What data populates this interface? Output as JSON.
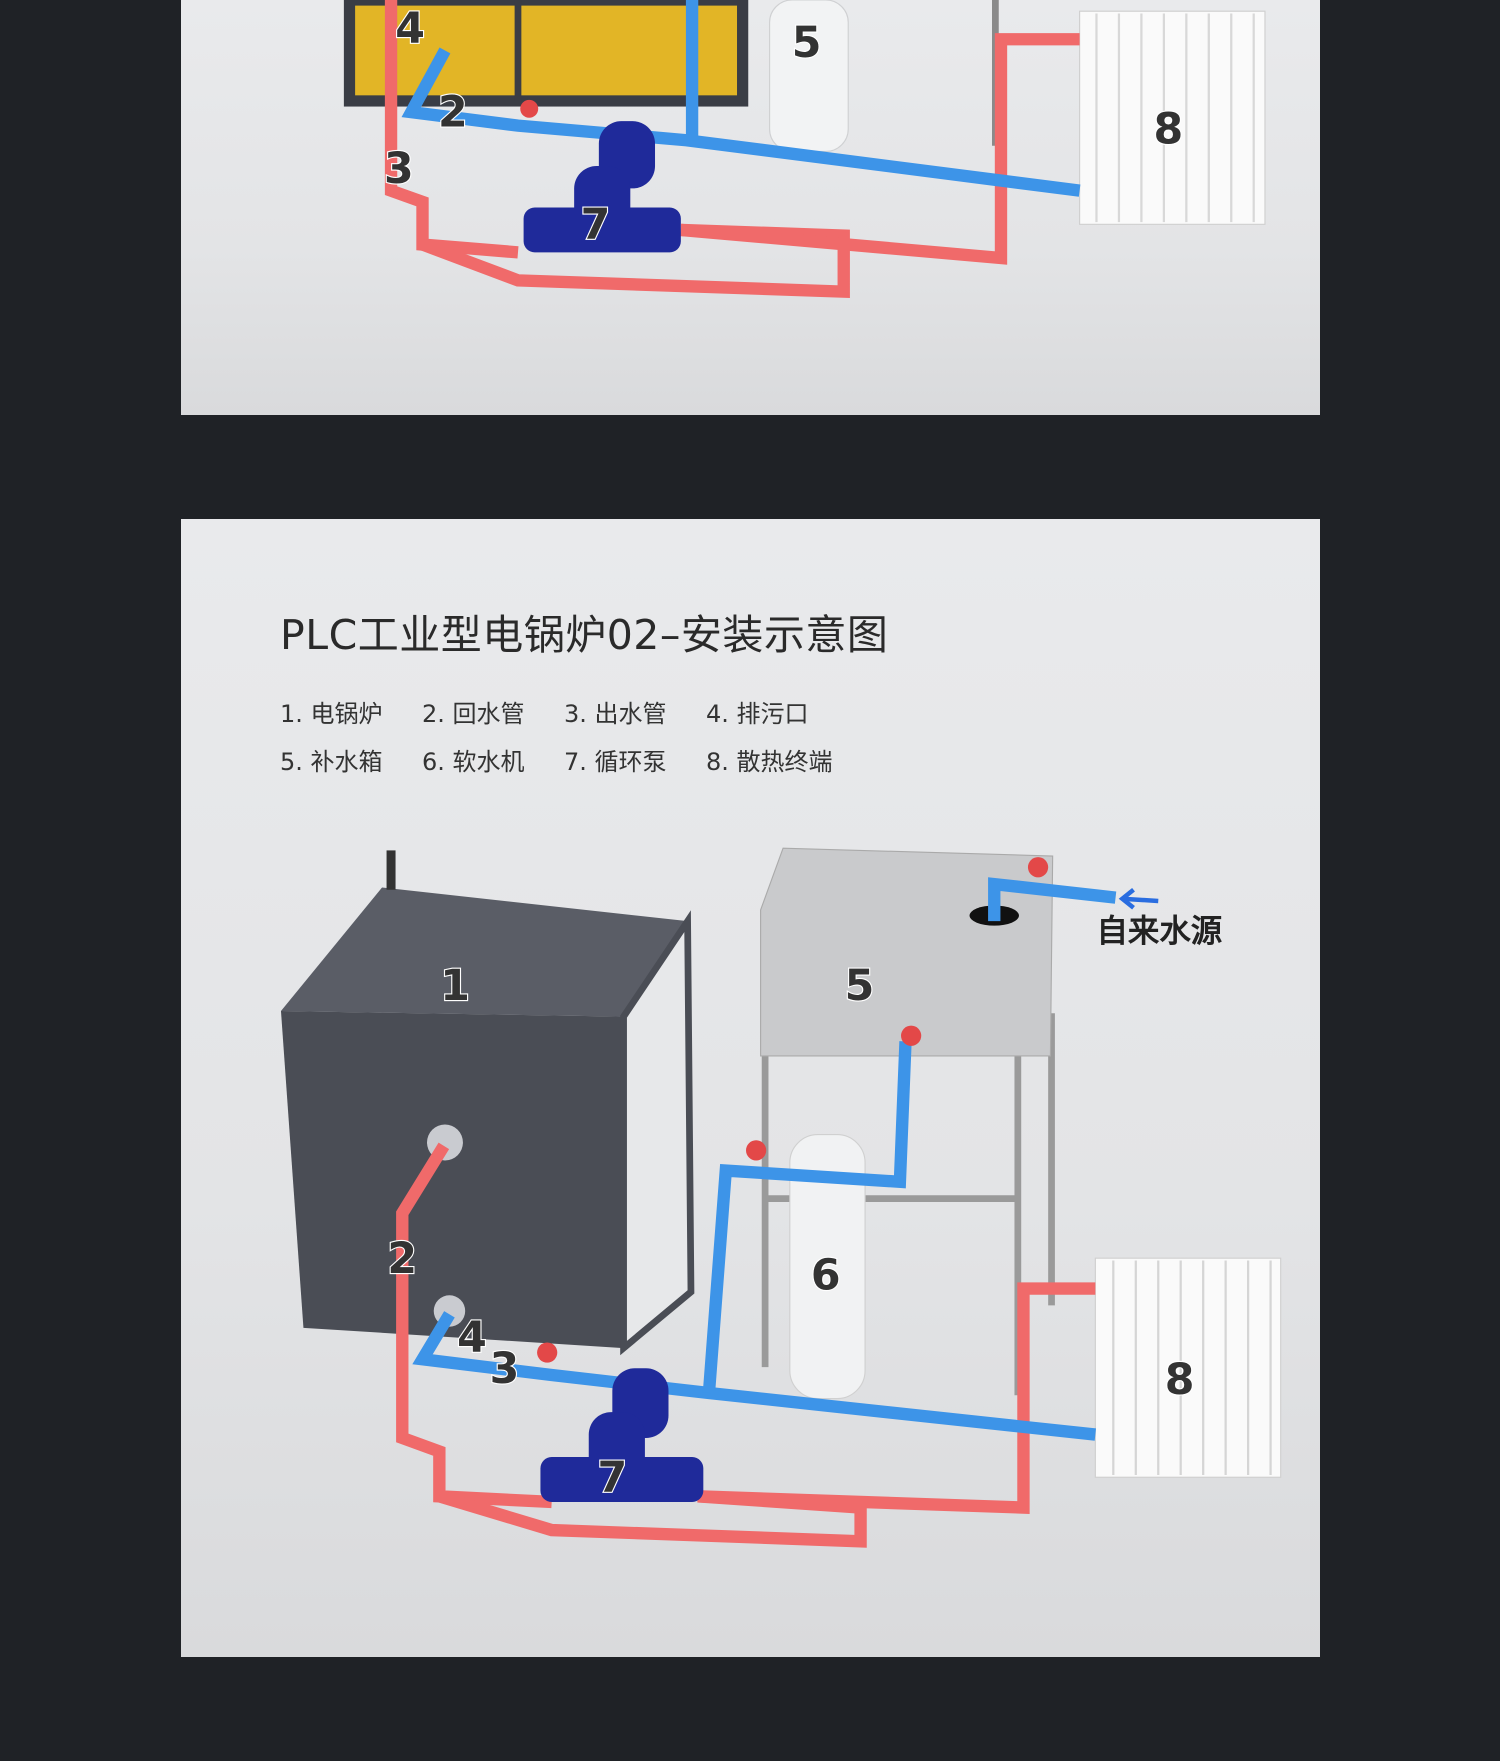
{
  "top_panel": {
    "labels": {
      "n2": "2",
      "n3": "3",
      "n4": "4",
      "n5": "5",
      "n7": "7",
      "n8": "8"
    }
  },
  "main_panel": {
    "title": "PLC工业型电锅炉02–安装示意图",
    "legend": [
      [
        "1. 电锅炉",
        "2. 回水管",
        "3. 出水管",
        "4. 排污口"
      ],
      [
        "5. 补水箱",
        "6. 软水机",
        "7. 循环泵",
        "8. 散热终端"
      ]
    ],
    "labels": {
      "n1": "1",
      "n2": "2",
      "n3": "3",
      "n4": "4",
      "n5": "5",
      "n6": "6",
      "n7": "7",
      "n8": "8"
    },
    "water_source": "自来水源"
  },
  "colors": {
    "background": "#1f2226",
    "hot_pipe": "#f06a6a",
    "cold_pipe": "#3d94e8",
    "pump": "#1f2a9a",
    "boiler": "#4a4d55"
  }
}
